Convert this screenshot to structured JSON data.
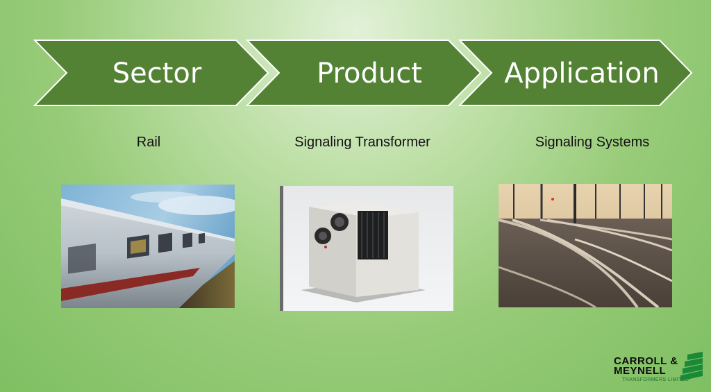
{
  "steps": [
    {
      "label": "Sector"
    },
    {
      "label": "Product"
    },
    {
      "label": "Application"
    }
  ],
  "captions": {
    "sector": "Rail",
    "product": "Signaling Transformer",
    "application": "Signaling Systems"
  },
  "logo": {
    "line1": "CARROLL &",
    "line2": "MEYNELL",
    "line3": "TRANSFORMERS LIMITED"
  },
  "colors": {
    "chevron_fill": "#548235",
    "chevron_stroke": "#ffffff",
    "logo_green": "#1a8a38"
  }
}
